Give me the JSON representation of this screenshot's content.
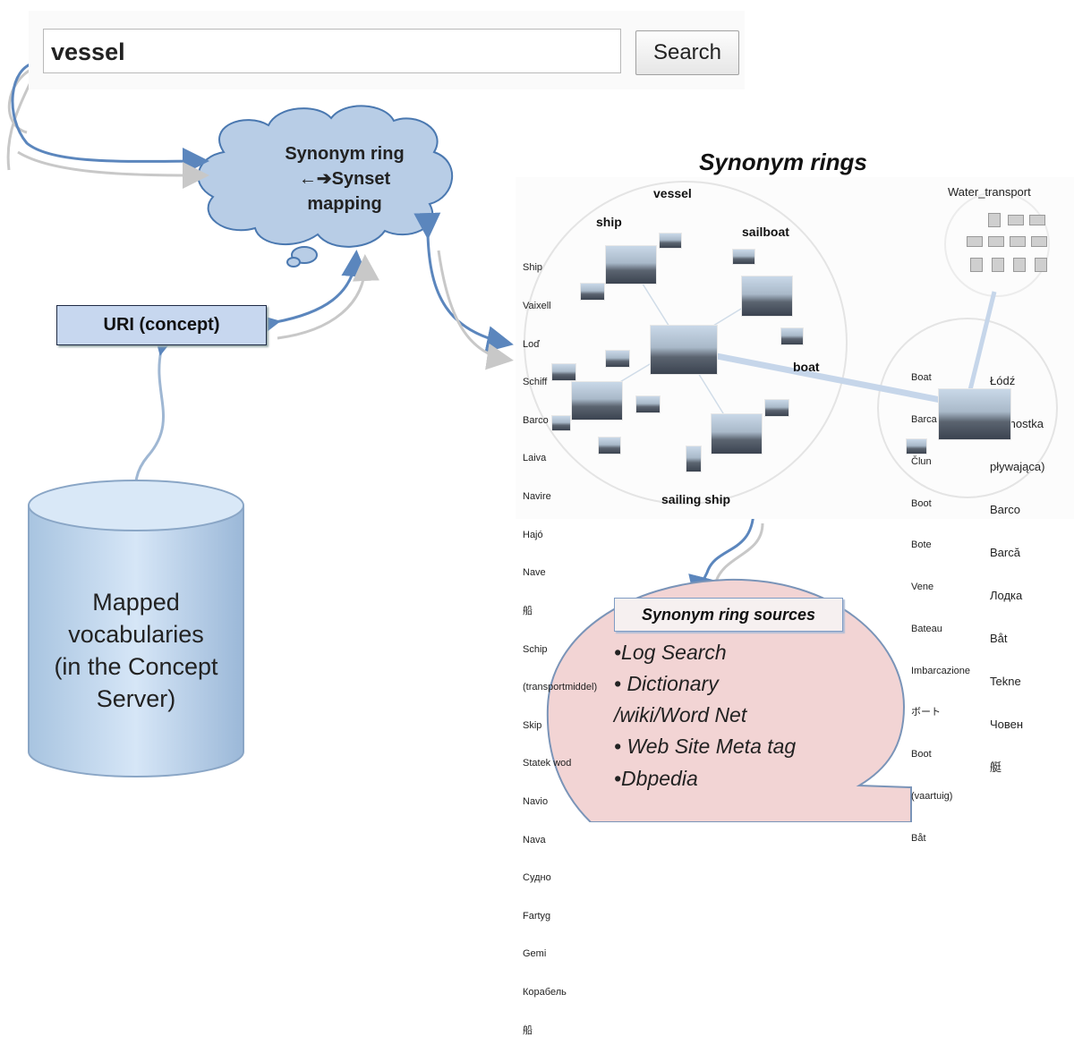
{
  "search": {
    "value": "vessel",
    "button_label": "Search"
  },
  "cloud": {
    "line1": "Synonym ring",
    "line2": "←➔Synset",
    "line3": "mapping"
  },
  "uri_label": "URI (concept)",
  "database": {
    "lines": [
      "Mapped",
      "vocabularies",
      "(in the Concept",
      "Server)"
    ]
  },
  "rings_title": "Synonym rings",
  "ring": {
    "labels": {
      "vessel": "vessel",
      "ship": "ship",
      "sailboat": "sailboat",
      "boat": "boat",
      "sailing_ship": "sailing ship",
      "water_transport": "Water_transport"
    },
    "vessel_words": [
      "Ship",
      "Vaixell",
      "Loď",
      "Schiff",
      "Barco",
      "Laiva",
      "Navire",
      "Hajó",
      "Nave",
      "船",
      "Schip",
      "(transportmiddel)",
      "Skip",
      "Statek wod",
      "Navio",
      "Nava",
      "Судно",
      "Fartyg",
      "Gemi",
      "Корабель",
      "船"
    ],
    "boat_words_left": [
      "Boat",
      "Barca",
      "Člun",
      "Boot",
      "Bote",
      "Vene",
      "Bateau",
      "Imbarcazione",
      "ボート",
      "Boot",
      "(vaartuig)",
      "Båt"
    ],
    "boat_words_right": [
      "Łódź",
      "(jednostka",
      "pływająca)",
      "Barco",
      "Barcă",
      "Лодка",
      "Båt",
      "Tekne",
      "Човен",
      "艇"
    ]
  },
  "sources": {
    "title": "Synonym ring sources",
    "items": [
      "•Log Search",
      "• Dictionary",
      "/wiki/Word Net",
      "• Web Site Meta tag",
      "•Dbpedia"
    ]
  },
  "colors": {
    "arrow": "#5b86bd",
    "shadow_arrow": "#c8c8c8",
    "cloud": "#b8cde6",
    "cylinder": "#bcd6f0",
    "bubble": "#f2d4d4"
  }
}
